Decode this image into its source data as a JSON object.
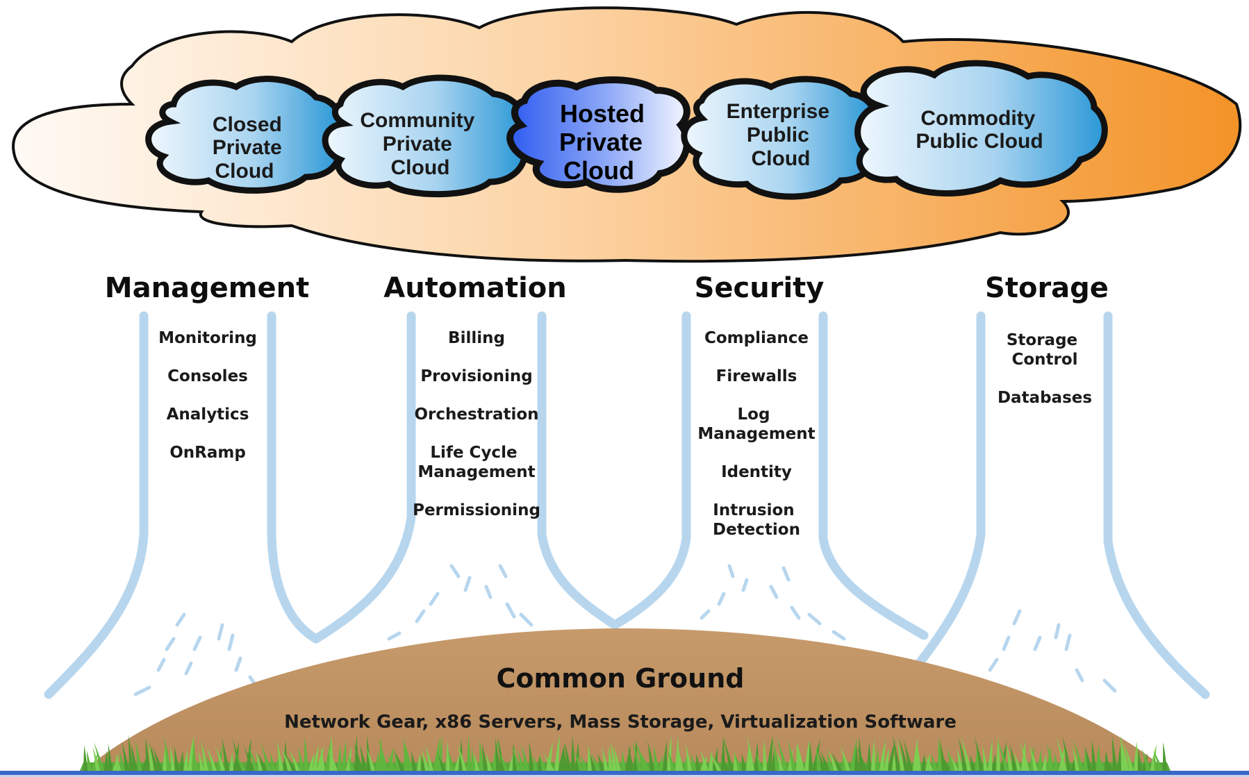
{
  "clouds": [
    {
      "id": "closed-private",
      "lines": [
        "Closed",
        "Private",
        "Cloud"
      ]
    },
    {
      "id": "community-private",
      "lines": [
        "Community",
        "Private",
        "Cloud"
      ]
    },
    {
      "id": "hosted-private",
      "lines": [
        "Hosted",
        "Private",
        "Cloud"
      ]
    },
    {
      "id": "enterprise-public",
      "lines": [
        "Enterprise",
        "Public",
        "Cloud"
      ]
    },
    {
      "id": "commodity-public",
      "lines": [
        "Commodity",
        "Public Cloud"
      ]
    }
  ],
  "pillars": [
    {
      "title": "Management",
      "items": [
        [
          "Monitoring"
        ],
        [
          "Consoles"
        ],
        [
          "Analytics"
        ],
        [
          "OnRamp"
        ]
      ]
    },
    {
      "title": "Automation",
      "items": [
        [
          "Billing"
        ],
        [
          "Provisioning"
        ],
        [
          "Orchestration"
        ],
        [
          "Life Cycle",
          "Management"
        ],
        [
          "Permissioning"
        ]
      ]
    },
    {
      "title": "Security",
      "items": [
        [
          "Compliance"
        ],
        [
          "Firewalls"
        ],
        [
          "Log",
          "Management"
        ],
        [
          "Identity"
        ],
        [
          "Intrusion",
          "Detection"
        ]
      ]
    },
    {
      "title": "Storage",
      "items": [
        [
          "Storage",
          "Control"
        ],
        [
          "Databases"
        ]
      ]
    }
  ],
  "ground": {
    "title": "Common Ground",
    "subtitle": "Network Gear, x86 Servers, Mass Storage, Virtualization Software"
  },
  "colors": {
    "big_cloud_light": "#fff8f0",
    "big_cloud_dark": "#f39a2e",
    "cloud_blue_light": "#e8f4fc",
    "cloud_blue_dark": "#2b9ad8",
    "hosted_blue_dark": "#3e66f2",
    "stream_blue": "#b7d6ee",
    "ground_brown": "#c49a6c",
    "grass_green": "#6cc14a"
  }
}
